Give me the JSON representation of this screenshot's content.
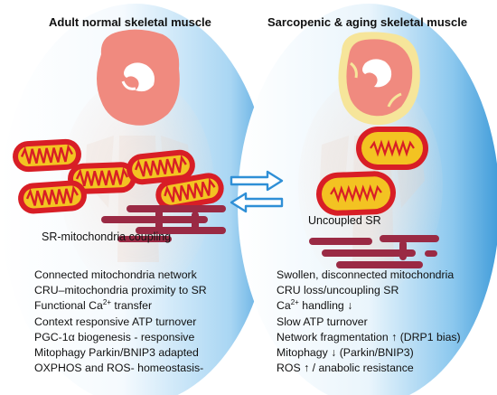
{
  "left": {
    "title": "Adult normal skeletal muscle",
    "coupling_label": "SR-mitochondria coupling",
    "features": [
      {
        "pre": "Connected mitochondria network",
        "sup": "",
        "post": ""
      },
      {
        "pre": "CRU–mitochondria  proximity to SR",
        "sup": "",
        "post": ""
      },
      {
        "pre": "Functional Ca",
        "sup": "2+",
        "post": " transfer"
      },
      {
        "pre": "Context responsive ATP turnover",
        "sup": "",
        "post": ""
      },
      {
        "pre": "PGC-1α biogenesis - responsive",
        "sup": "",
        "post": ""
      },
      {
        "pre": "Mitophagy Parkin/BNIP3 adapted",
        "sup": "",
        "post": ""
      },
      {
        "pre": "OXPHOS and ROS- homeostasis-",
        "sup": "",
        "post": ""
      }
    ]
  },
  "right": {
    "title": "Sarcopenic & aging skeletal muscle",
    "uncoupled_label": "Uncoupled  SR",
    "features": [
      {
        "pre": "Swollen, disconnected mitochondria",
        "sup": "",
        "post": ""
      },
      {
        "pre": "CRU loss/uncoupling SR",
        "sup": "",
        "post": ""
      },
      {
        "pre": "Ca",
        "sup": "2+",
        "post": " handling ↓"
      },
      {
        "pre": "Slow ATP turnover",
        "sup": "",
        "post": ""
      },
      {
        "pre": "Network fragmentation ↑ (DRP1 bias)",
        "sup": "",
        "post": ""
      },
      {
        "pre": "Mitophagy ↓ (Parkin/BNIP3)",
        "sup": "",
        "post": ""
      },
      {
        "pre": "ROS ↑ / anabolic resistance",
        "sup": "",
        "post": ""
      }
    ]
  },
  "colors": {
    "mito_outer": "#d81e26",
    "mito_inner": "#f3c322",
    "sr": "#9a2a44",
    "muscle": "#f08a7f",
    "fat": "#f6e59a",
    "arrow": "#2f8fd6",
    "panel_blue": "#7cc1ea"
  }
}
